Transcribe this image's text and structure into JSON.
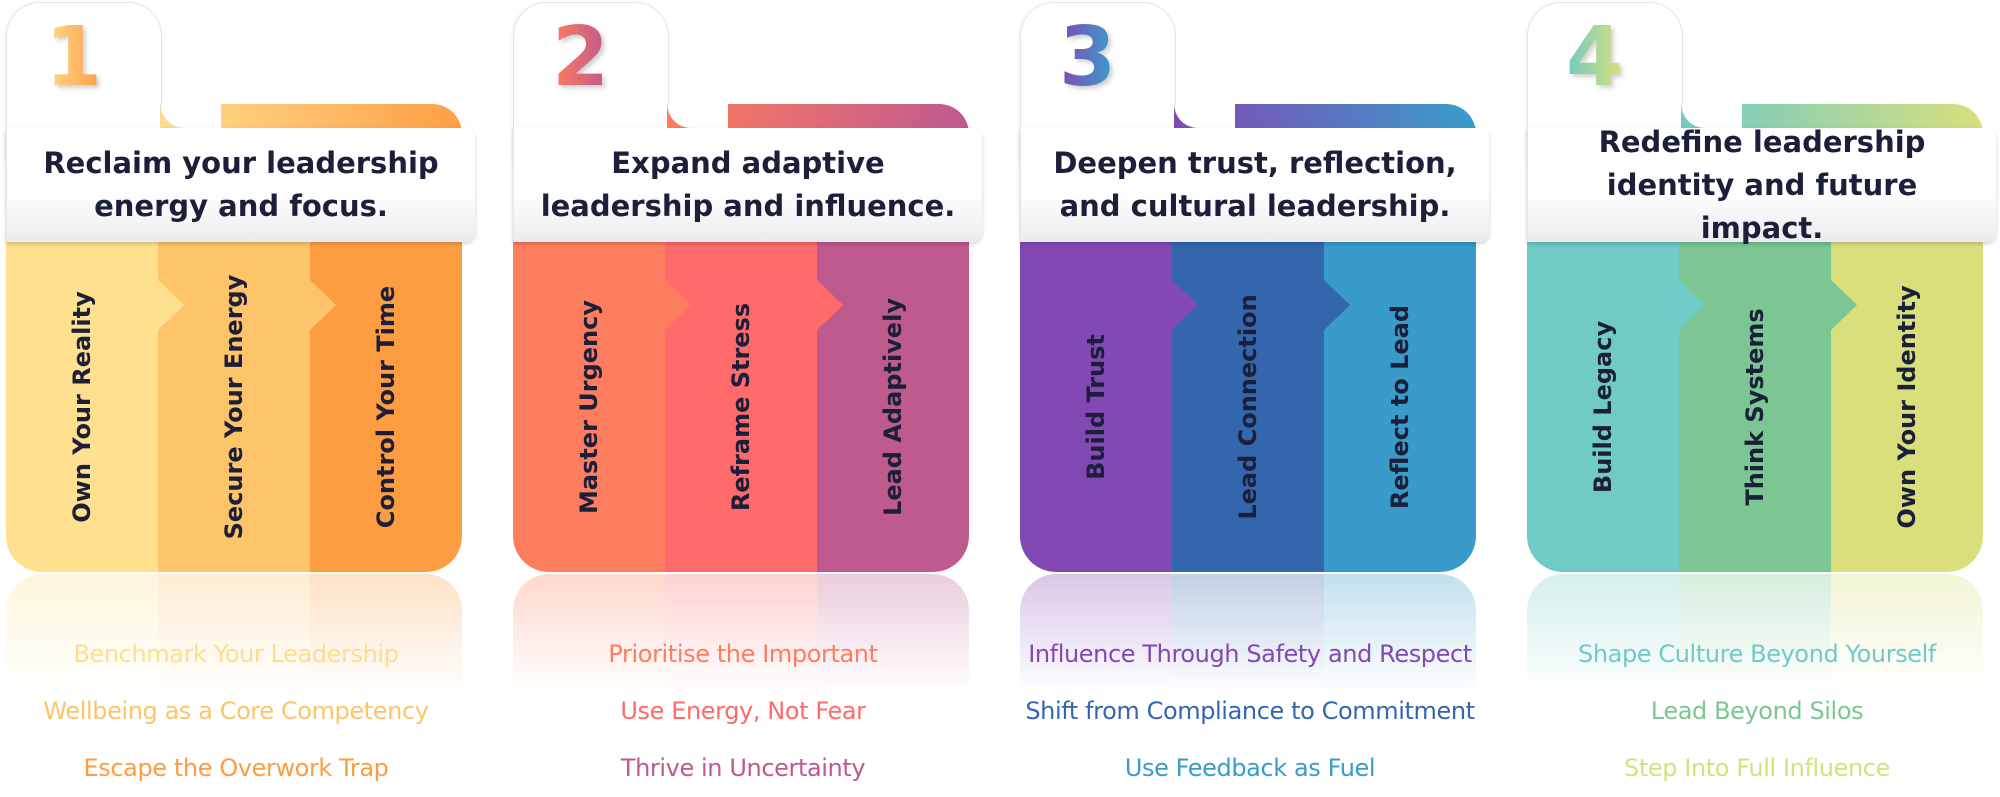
{
  "stages": [
    {
      "number": "1",
      "title": "Reclaim your leadership energy and focus.",
      "gradient": [
        "#fedd8e",
        "#fd9e45"
      ],
      "columns": [
        {
          "label": "Own Your Reality",
          "color": "#fee08e"
        },
        {
          "label": "Secure Your Energy",
          "color": "#fec46a"
        },
        {
          "label": "Control Your Time",
          "color": "#fd9d42"
        }
      ],
      "items": [
        {
          "text": "Benchmark Your Leadership",
          "color": "#fedd8e"
        },
        {
          "text": "Wellbeing as a Core Competency",
          "color": "#fec46a"
        },
        {
          "text": "Escape the Overwork Trap",
          "color": "#fd9d42"
        }
      ]
    },
    {
      "number": "2",
      "title": "Expand adaptive leadership and influence.",
      "gradient": [
        "#fe7d5e",
        "#bf5a8f"
      ],
      "columns": [
        {
          "label": "Master Urgency",
          "color": "#fe7d5e"
        },
        {
          "label": "Reframe Stress",
          "color": "#fe6b6a"
        },
        {
          "label": "Lead Adaptively",
          "color": "#bf5a8f"
        }
      ],
      "items": [
        {
          "text": "Prioritise the Important",
          "color": "#fe7d5e"
        },
        {
          "text": "Use Energy, Not Fear",
          "color": "#fe6b6a"
        },
        {
          "text": "Thrive in Uncertainty",
          "color": "#bf5a8f"
        }
      ]
    },
    {
      "number": "3",
      "title": "Deepen trust, reflection, and cultural leadership.",
      "gradient": [
        "#8248b4",
        "#399dcb"
      ],
      "columns": [
        {
          "label": "Build Trust",
          "color": "#8248b4"
        },
        {
          "label": "Lead Connection",
          "color": "#3466ad"
        },
        {
          "label": "Reflect to Lead",
          "color": "#389bca"
        }
      ],
      "items": [
        {
          "text": "Influence Through Safety and Respect",
          "color": "#8248b4"
        },
        {
          "text": "Shift from Compliance to Commitment",
          "color": "#3466ad"
        },
        {
          "text": "Use Feedback as Fuel",
          "color": "#389bca"
        }
      ]
    },
    {
      "number": "4",
      "title": "Redefine leadership identity and future impact.",
      "gradient": [
        "#70cac6",
        "#d8df7b"
      ],
      "columns": [
        {
          "label": "Build Legacy",
          "color": "#70cac6"
        },
        {
          "label": "Think Systems",
          "color": "#7bc692"
        },
        {
          "label": "Own Your Identity",
          "color": "#d8df7b"
        }
      ],
      "items": [
        {
          "text": "Shape Culture Beyond Yourself",
          "color": "#70cac6"
        },
        {
          "text": "Lead Beyond Silos",
          "color": "#7bc692"
        },
        {
          "text": "Step Into Full Influence",
          "color": "#d8df7b"
        }
      ]
    }
  ]
}
